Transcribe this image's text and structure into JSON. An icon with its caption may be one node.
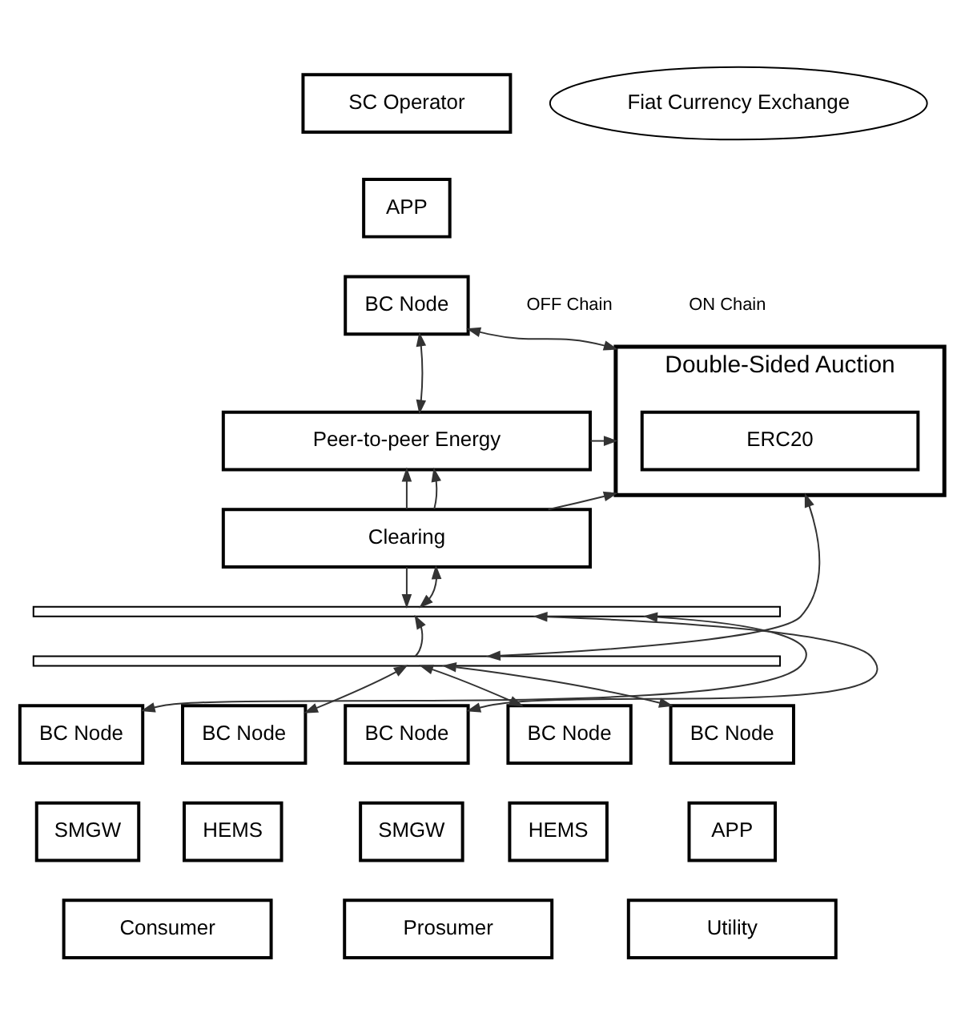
{
  "diagram": {
    "nodes": [
      {
        "text": [
          "SC Operator"
        ]
      },
      {
        "text": [
          "APP"
        ]
      },
      {
        "text": [
          "BC Node"
        ]
      },
      {
        "text": [
          "Fiat Currency Exchange"
        ]
      },
      {
        "text": [
          "Peer-to-peer Energy"
        ]
      },
      {
        "text": [
          "Double-Sided Auction"
        ]
      },
      {
        "text": [
          "ERC20"
        ],
        "in": 5
      },
      {
        "text": [
          "Clearing"
        ]
      },
      {
        "text": [],
        "shape": "bar"
      },
      {
        "text": [],
        "shape": "bar"
      },
      {
        "text": [
          "BC Node"
        ]
      },
      {
        "text": [
          "SMGW"
        ]
      },
      {
        "text": [
          "BC Node"
        ]
      },
      {
        "text": [
          "HEMS"
        ]
      },
      {
        "text": [
          "Consumer"
        ]
      },
      {
        "text": [
          "BC Node"
        ]
      },
      {
        "text": [
          "SMGW"
        ]
      },
      {
        "text": [
          "BC Node"
        ]
      },
      {
        "text": [
          "HEMS"
        ]
      },
      {
        "text": [
          "Prosumer"
        ]
      },
      {
        "text": [
          "BC Node"
        ]
      },
      {
        "text": [
          "APP"
        ]
      },
      {
        "text": [
          "Utility"
        ]
      }
    ],
    "edges": [
      {
        "from": 2,
        "to": 4,
        "arrow": "both"
      },
      {
        "from": 2,
        "to": 5,
        "arrow": "both"
      },
      {
        "from": 7,
        "to": 4,
        "arrow": "to"
      },
      {
        "from": 7,
        "to": 4,
        "arrow": "to"
      },
      {
        "from": 4,
        "to": 5,
        "arrow": "to"
      },
      {
        "from": 7,
        "to": 5,
        "arrow": "to"
      },
      {
        "from": 7,
        "to": 8,
        "arrow": "to"
      },
      {
        "from": 8,
        "to": 7,
        "arrow": "both"
      },
      {
        "from": 5,
        "to": 9,
        "arrow": "both"
      },
      {
        "from": 8,
        "to": 10,
        "arrow": "both"
      },
      {
        "from": 9,
        "to": 12,
        "arrow": "both"
      },
      {
        "from": 8,
        "to": 15,
        "arrow": "both"
      },
      {
        "from": 9,
        "to": 8,
        "arrow": "to"
      },
      {
        "from": 9,
        "to": 17,
        "arrow": "both"
      },
      {
        "from": 9,
        "to": 20,
        "arrow": "both"
      }
    ],
    "labels": [
      "OFF Chain",
      "ON Chain"
    ]
  }
}
